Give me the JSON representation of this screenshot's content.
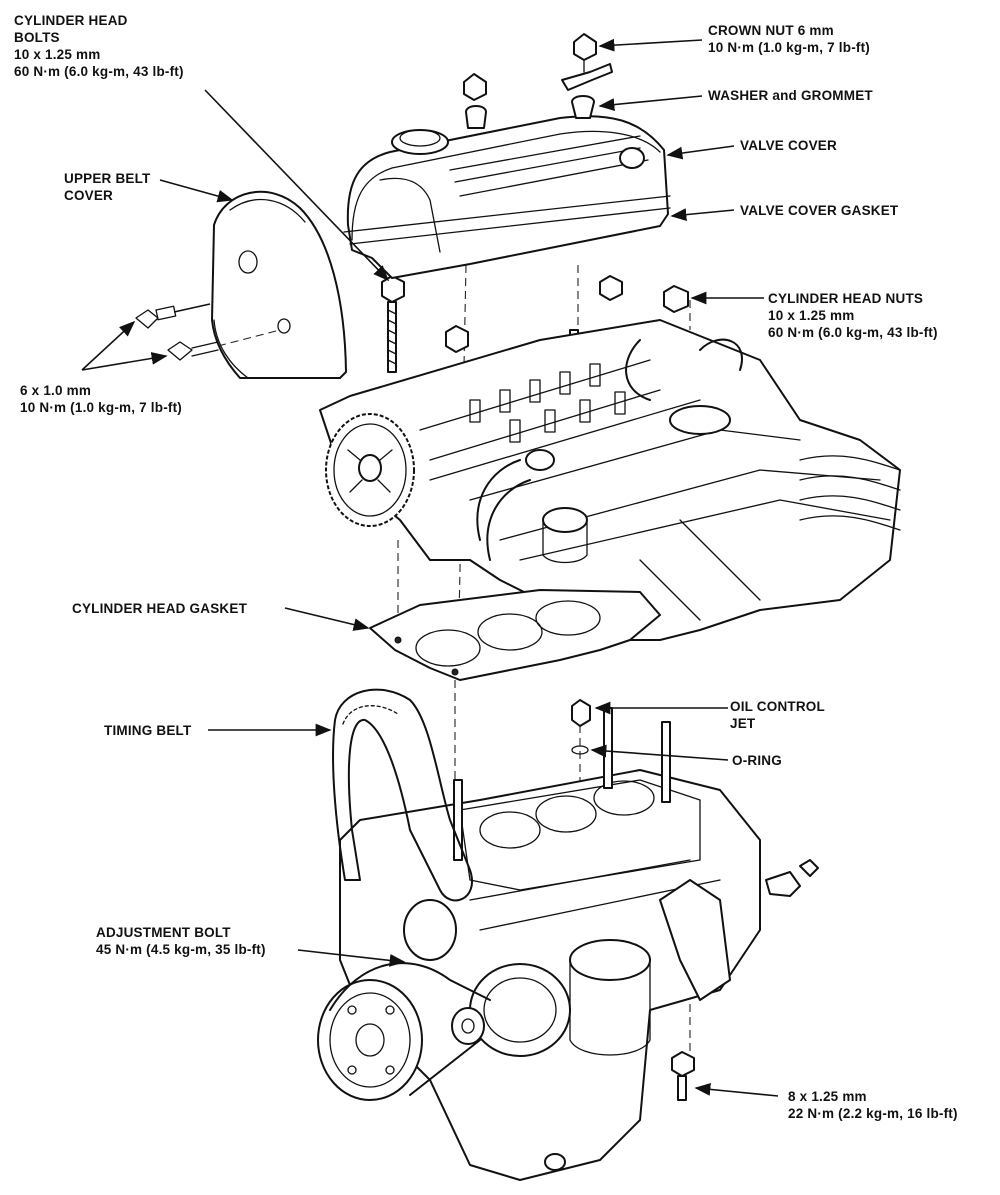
{
  "labels": {
    "cyl_head_bolts": {
      "l1": "CYLINDER HEAD",
      "l2": "BOLTS",
      "l3": "10 x 1.25 mm",
      "l4": "60 N·m (6.0 kg-m, 43 lb-ft)"
    },
    "crown_nut": {
      "l1": "CROWN NUT 6 mm",
      "l2": "10 N·m (1.0 kg-m, 7 lb-ft)"
    },
    "washer_grommet": {
      "l1": "WASHER and GROMMET"
    },
    "valve_cover": {
      "l1": "VALVE COVER"
    },
    "valve_cover_gasket": {
      "l1": "VALVE COVER GASKET"
    },
    "upper_belt_cover": {
      "l1": "UPPER BELT",
      "l2": "COVER"
    },
    "cyl_head_nuts": {
      "l1": "CYLINDER HEAD NUTS",
      "l2": "10 x 1.25 mm",
      "l3": "60 N·m (6.0 kg-m, 43 lb-ft)"
    },
    "small_bolts": {
      "l1": "6 x 1.0 mm",
      "l2": "10 N·m (1.0 kg-m, 7 lb-ft)"
    },
    "cyl_head_gasket": {
      "l1": "CYLINDER HEAD GASKET"
    },
    "timing_belt": {
      "l1": "TIMING BELT"
    },
    "oil_control_jet": {
      "l1": "OIL CONTROL",
      "l2": "JET"
    },
    "o_ring": {
      "l1": "O-RING"
    },
    "adjustment_bolt": {
      "l1": "ADJUSTMENT BOLT",
      "l2": "45 N·m (4.5 kg-m, 35 lb-ft)"
    },
    "bracket_bolt": {
      "l1": "8 x 1.25 mm",
      "l2": "22 N·m (2.2 kg-m, 16 lb-ft)"
    }
  },
  "colors": {
    "ink": "#111111",
    "paper": "#ffffff"
  }
}
